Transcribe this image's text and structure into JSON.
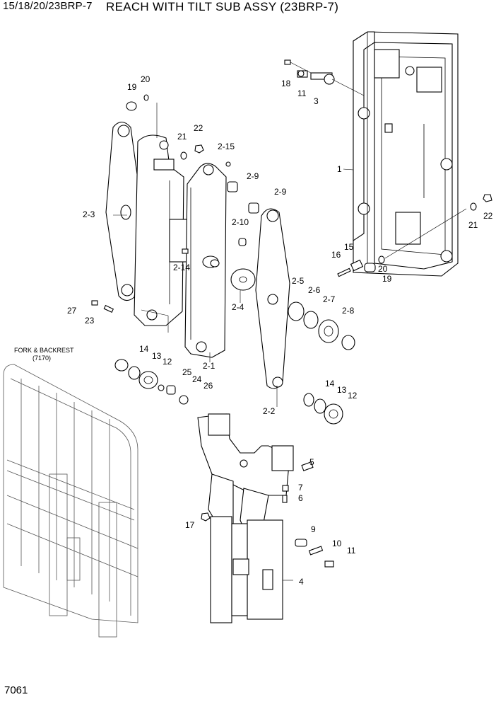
{
  "header": {
    "model": "15/18/20/23BRP-7",
    "title": "REACH WITH TILT SUB ASSY (23BRP-7)"
  },
  "footer": {
    "page_number": "7061"
  },
  "reference_note": {
    "line1": "FORK & BACKREST",
    "line2": "(7170)"
  },
  "callouts": [
    {
      "id": "c-18",
      "label": "18"
    },
    {
      "id": "c-11a",
      "label": "11"
    },
    {
      "id": "c-3",
      "label": "3"
    },
    {
      "id": "c-1",
      "label": "1"
    },
    {
      "id": "c-22a",
      "label": "22"
    },
    {
      "id": "c-21a",
      "label": "21"
    },
    {
      "id": "c-15",
      "label": "15"
    },
    {
      "id": "c-16",
      "label": "16"
    },
    {
      "id": "c-20a",
      "label": "20"
    },
    {
      "id": "c-19a",
      "label": "19"
    },
    {
      "id": "c-19b",
      "label": "19"
    },
    {
      "id": "c-20b",
      "label": "20"
    },
    {
      "id": "c-21b",
      "label": "21"
    },
    {
      "id": "c-22b",
      "label": "22"
    },
    {
      "id": "c-2-15",
      "label": "2-15"
    },
    {
      "id": "c-2-9a",
      "label": "2-9"
    },
    {
      "id": "c-2-9b",
      "label": "2-9"
    },
    {
      "id": "c-2-10",
      "label": "2-10"
    },
    {
      "id": "c-2-3",
      "label": "2-3"
    },
    {
      "id": "c-2-14",
      "label": "2-14"
    },
    {
      "id": "c-2-4",
      "label": "2-4"
    },
    {
      "id": "c-2-5",
      "label": "2-5"
    },
    {
      "id": "c-2-6",
      "label": "2-6"
    },
    {
      "id": "c-2-7",
      "label": "2-7"
    },
    {
      "id": "c-2-8",
      "label": "2-8"
    },
    {
      "id": "c-27",
      "label": "27"
    },
    {
      "id": "c-23",
      "label": "23"
    },
    {
      "id": "c-2-1",
      "label": "2-1"
    },
    {
      "id": "c-14a",
      "label": "14"
    },
    {
      "id": "c-13a",
      "label": "13"
    },
    {
      "id": "c-12a",
      "label": "12"
    },
    {
      "id": "c-25",
      "label": "25"
    },
    {
      "id": "c-24",
      "label": "24"
    },
    {
      "id": "c-26",
      "label": "26"
    },
    {
      "id": "c-2-2",
      "label": "2-2"
    },
    {
      "id": "c-14b",
      "label": "14"
    },
    {
      "id": "c-13b",
      "label": "13"
    },
    {
      "id": "c-12b",
      "label": "12"
    },
    {
      "id": "c-5",
      "label": "5"
    },
    {
      "id": "c-7",
      "label": "7"
    },
    {
      "id": "c-6",
      "label": "6"
    },
    {
      "id": "c-17",
      "label": "17"
    },
    {
      "id": "c-9",
      "label": "9"
    },
    {
      "id": "c-10",
      "label": "10"
    },
    {
      "id": "c-11b",
      "label": "11"
    },
    {
      "id": "c-4",
      "label": "4"
    }
  ]
}
